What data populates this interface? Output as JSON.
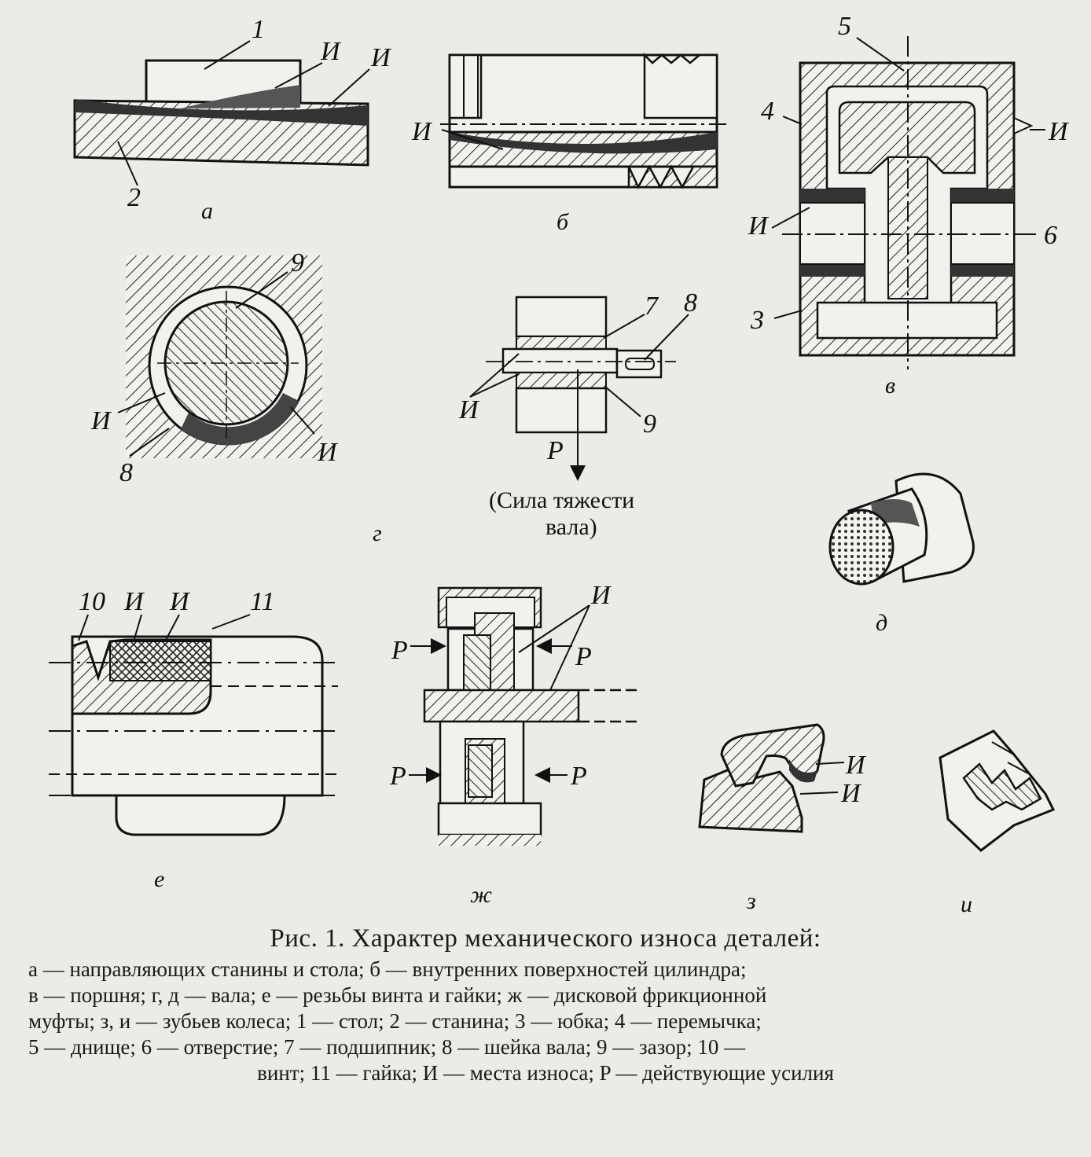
{
  "labels": {
    "a": {
      "n1": "1",
      "n2": "2",
      "I1": "И",
      "I2": "И",
      "sub": "а"
    },
    "b": {
      "I": "И",
      "sub": "б"
    },
    "v": {
      "n5": "5",
      "n4": "4",
      "n3": "3",
      "n6": "6",
      "I1": "И",
      "I2": "И",
      "sub": "в"
    },
    "g": {
      "n9": "9",
      "n8": "8",
      "I1": "И",
      "I2": "И",
      "n7": "7",
      "n8b": "8",
      "n9b": "9",
      "Ib": "И",
      "P": "P",
      "force1": "(Сила тяжести",
      "force2": "вала)",
      "sub": "г"
    },
    "d": {
      "sub": "д"
    },
    "e": {
      "n10": "10",
      "I1": "И",
      "I2": "И",
      "n11": "11",
      "sub": "е"
    },
    "zh": {
      "I": "И",
      "P1": "P",
      "P2": "P",
      "P3": "P",
      "P4": "P",
      "sub": "ж"
    },
    "z": {
      "I1": "И",
      "I2": "И",
      "sub": "з"
    },
    "i": {
      "sub": "и"
    }
  },
  "caption": {
    "title": "Рис. 1. Характер механического износа деталей:",
    "line1": "а — направляющих станины и стола; б — внутренних поверхностей цилиндра;",
    "line2": "в — поршня; г, д — вала; е — резьбы винта и гайки; ж — дисковой фрикционной",
    "line3": "муфты; з, и — зубьев колеса; 1 — стол; 2 — станина; 3 — юбка; 4 — перемычка;",
    "line4": "5 — днище; 6 — отверстие; 7 — подшипник; 8 — шейка вала; 9 — зазор; 10 —",
    "line5": "винт; 11 — гайка; И — места износа; P — действующие усилия"
  }
}
